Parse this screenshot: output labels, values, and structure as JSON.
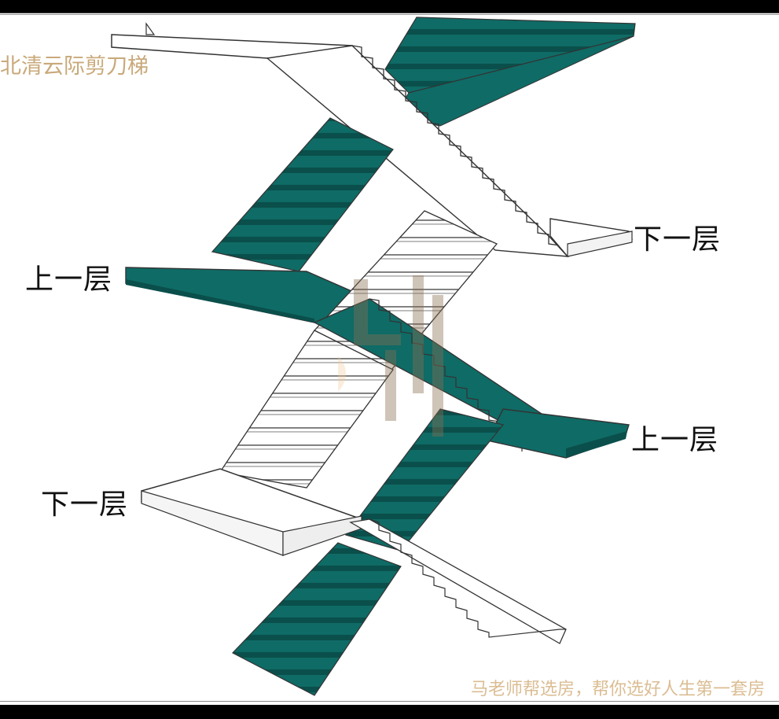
{
  "caption": "北清云际剪刀梯",
  "labels": {
    "lower_right_top": "下一层",
    "upper_left": "上一层",
    "upper_right": "上一层",
    "lower_left": "下一层"
  },
  "watermark": "马老师帮选房，帮你选好人生第一套房",
  "stamp_text": "马老师帮选房",
  "colors": {
    "teal": "#0f6b66",
    "teal_dark": "#0a4f4b",
    "outline": "#333333",
    "caption": "#c9a97a",
    "watermark": "#dbbd93"
  }
}
